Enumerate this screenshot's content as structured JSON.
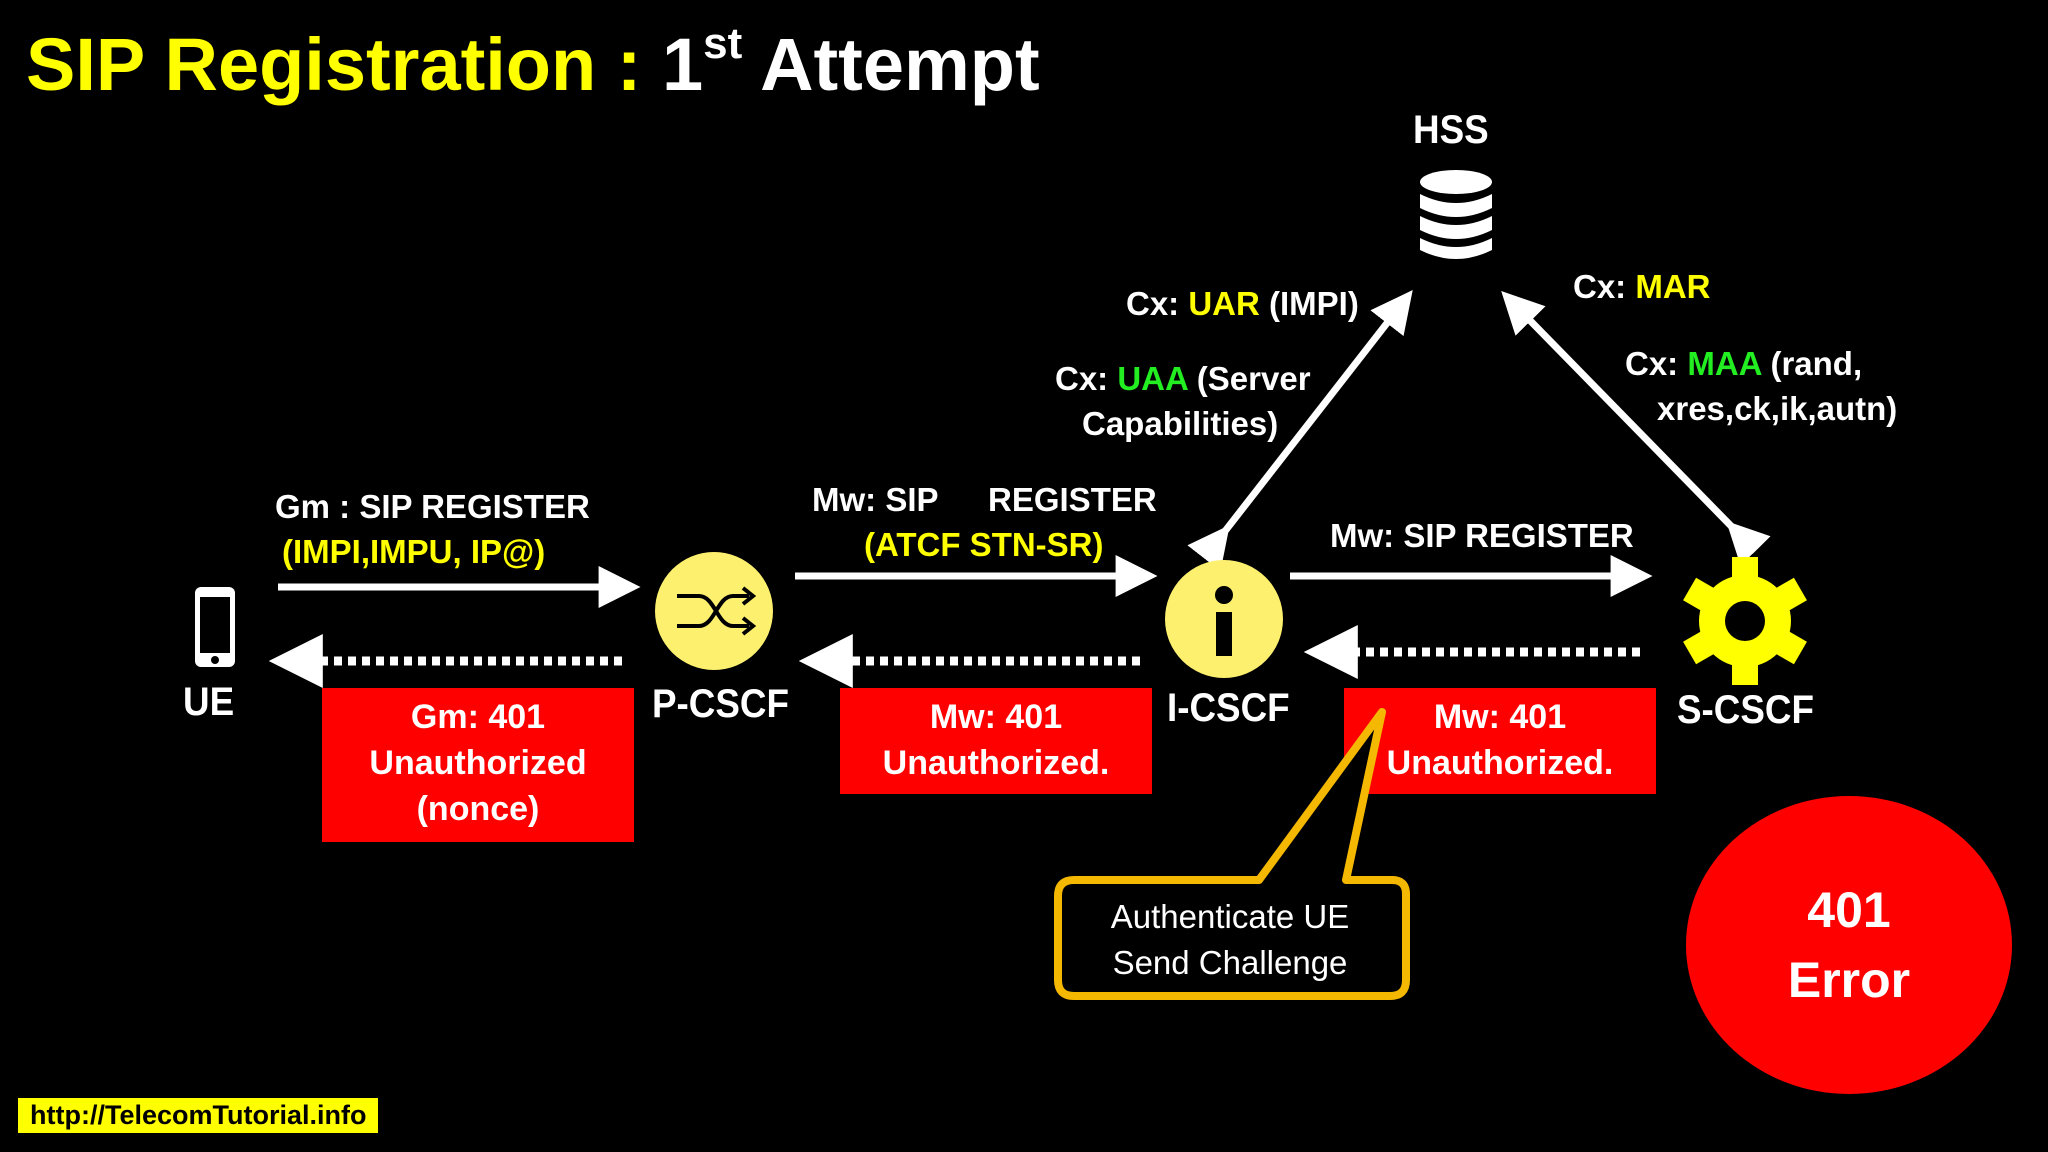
{
  "title": {
    "main": "SIP Registration : ",
    "number": "1",
    "superscript": "st",
    "rest": "Attempt"
  },
  "nodes": {
    "ue": "UE",
    "pcscf": "P-CSCF",
    "icscf": "I-CSCF",
    "scscf": "S-CSCF",
    "hss": "HSS"
  },
  "messages": {
    "gm_register": {
      "line1": "Gm : SIP REGISTER",
      "line2": "(IMPI,IMPU, IP@)"
    },
    "mw_register_1": {
      "line1a": "Mw: SIP",
      "line1b": "REGISTER",
      "line2": "(ATCF STN-SR)"
    },
    "mw_register_2": {
      "line1": "Mw: SIP REGISTER"
    },
    "cx_uar": {
      "prefix": "Cx: ",
      "code": "UAR",
      "suffix": " (IMPI)"
    },
    "cx_uaa": {
      "prefix": "Cx: ",
      "code": "UAA",
      "suffix": " (Server",
      "line2": "Capabilities)"
    },
    "cx_mar": {
      "prefix": "Cx: ",
      "code": "MAR"
    },
    "cx_maa": {
      "prefix": "Cx: ",
      "code": "MAA",
      "suffix": " (rand,",
      "line2": "xres,ck,ik,autn)"
    }
  },
  "responses": {
    "gm_401": [
      "Gm: 401",
      "Unauthorized",
      "(nonce)"
    ],
    "mw_401_pcscf": [
      "Mw: 401",
      "Unauthorized."
    ],
    "mw_401_icscf": [
      "Mw: 401",
      "Unauthorized."
    ]
  },
  "callout": [
    "Authenticate UE",
    "Send Challenge"
  ],
  "error_badge": [
    "401",
    "Error"
  ],
  "url": "http://TelecomTutorial.info",
  "colors": {
    "background": "#000000",
    "accent_yellow": "#ffff00",
    "accent_green": "#22ee22",
    "node_fill": "#fdf06f",
    "response_red": "#ff0000",
    "callout_border": "#f5b800"
  },
  "icons": [
    "smartphone-icon",
    "shuffle-icon",
    "info-icon",
    "gear-icon",
    "database-icon"
  ]
}
